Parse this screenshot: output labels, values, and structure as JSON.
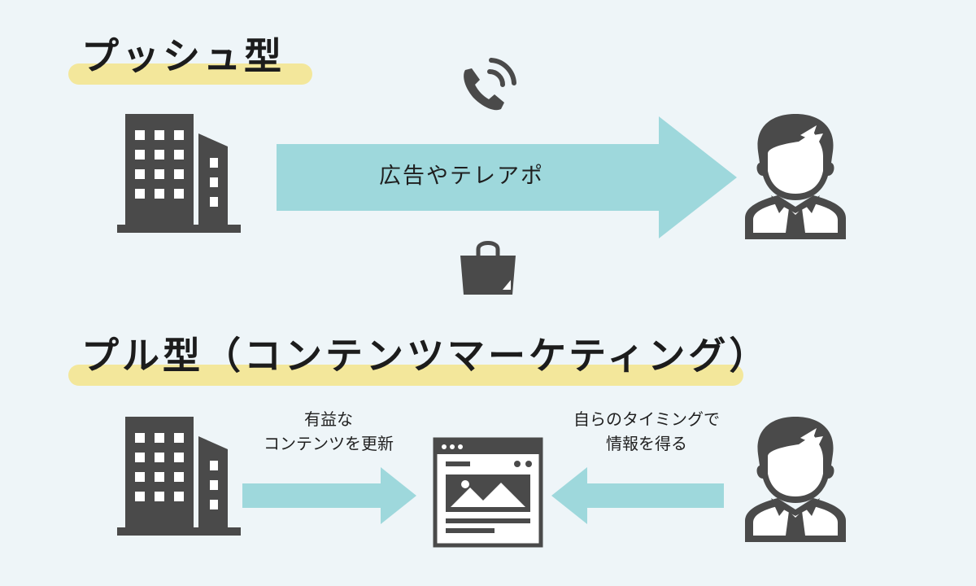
{
  "push": {
    "title": "プッシュ型",
    "arrow_label": "広告やテレアポ"
  },
  "pull": {
    "title": "プル型（コンテンツマーケティング）",
    "left_caption": [
      "有益な",
      "コンテンツを更新"
    ],
    "right_caption": [
      "自らのタイミングで",
      "情報を得る"
    ]
  },
  "colors": {
    "background": "#eef5f8",
    "highlight": "#f3e79b",
    "arrow": "#9ed8dc",
    "icon": "#4a4a4a"
  },
  "icons": [
    "building-icon",
    "phone-icon",
    "bag-icon",
    "person-icon",
    "webpage-icon"
  ]
}
